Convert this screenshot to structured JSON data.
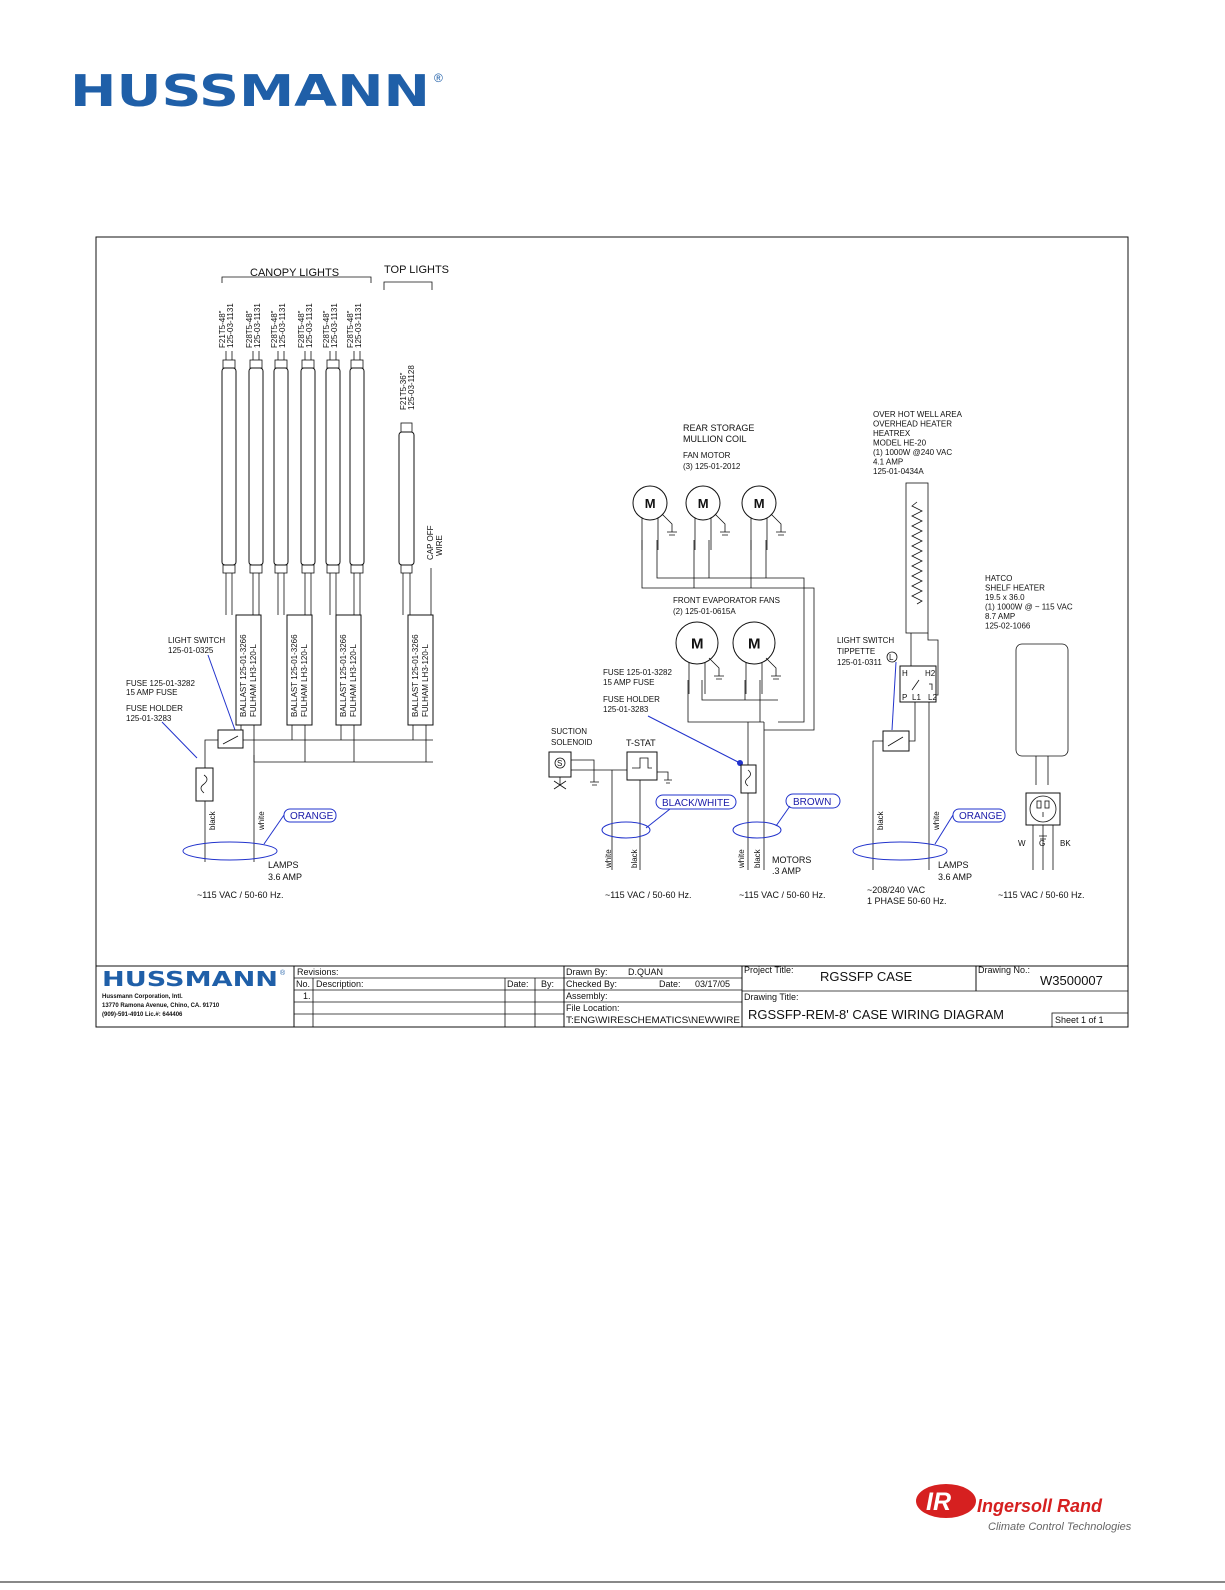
{
  "brand": {
    "name": "HUSSMANN",
    "reg_mark": "®",
    "color": "#1f5fa8"
  },
  "footer_brand": {
    "name": "Ingersoll Rand",
    "mark": "IR",
    "tagline": "Climate Control Technologies",
    "color": "#d62020"
  },
  "diagram": {
    "groups": {
      "canopy_lights": "CANOPY LIGHTS",
      "top_lights": "TOP LIGHTS"
    },
    "lamps": [
      {
        "model": "F21T5-48\"",
        "part": "125-03-1131"
      },
      {
        "model": "F28T5-48\"",
        "part": "125-03-1131"
      },
      {
        "model": "F28T5-48\"",
        "part": "125-03-1131"
      },
      {
        "model": "F28T5-48\"",
        "part": "125-03-1131"
      },
      {
        "model": "F28T5-48\"",
        "part": "125-03-1131"
      },
      {
        "model": "F28T5-48\"",
        "part": "125-03-1131"
      }
    ],
    "top_lamp": {
      "model": "F21T5-36\"",
      "part": "125-03-1128"
    },
    "cap_off": [
      "CAP OFF",
      "WIRE"
    ],
    "ballasts": [
      {
        "part": "BALLAST 125-01-3266",
        "model": "FULHAM LH3-120-L"
      },
      {
        "part": "BALLAST 125-01-3266",
        "model": "FULHAM LH3-120-L"
      },
      {
        "part": "BALLAST 125-01-3266",
        "model": "FULHAM LH3-120-L"
      },
      {
        "part": "BALLAST 125-01-3266",
        "model": "FULHAM LH3-120-L"
      }
    ],
    "left_callouts": {
      "light_switch": [
        "LIGHT SWITCH",
        "125-01-0325"
      ],
      "fuse": [
        "FUSE 125-01-3282",
        "15 AMP FUSE"
      ],
      "fuse_holder": [
        "FUSE HOLDER",
        "125-01-3283"
      ]
    },
    "left_wires": {
      "black": "black",
      "white": "white",
      "orange": "ORANGE"
    },
    "left_load": [
      "LAMPS",
      "3.6 AMP"
    ],
    "left_supply": "~115 VAC / 50-60 Hz.",
    "rear_storage": [
      "REAR STORAGE",
      "MULLION COIL"
    ],
    "fan_motor": [
      "FAN MOTOR",
      "(3) 125-01-2012"
    ],
    "motor_symbol": "M",
    "front_fans": [
      "FRONT EVAPORATOR FANS",
      "(2) 125-01-0615A"
    ],
    "mid_callouts": {
      "fuse": [
        "FUSE 125-01-3282",
        "15 AMP FUSE"
      ],
      "fuse_holder": [
        "FUSE HOLDER",
        "125-01-3283"
      ]
    },
    "suction_solenoid": [
      "SUCTION",
      "SOLENOID"
    ],
    "solenoid_symbol": "S",
    "tstat": "T-STAT",
    "mid_wires": {
      "black_white": "BLACK/WHITE",
      "brown": "BROWN",
      "white": "white",
      "black": "black"
    },
    "motors_load": [
      "MOTORS",
      ".3 AMP"
    ],
    "mid_supply_left": "~115 VAC / 50-60 Hz.",
    "mid_supply_right": "~115 VAC / 50-60 Hz.",
    "heater": [
      "OVER HOT WELL AREA",
      "OVERHEAD HEATER",
      "HEATREX",
      "MODEL HE-20",
      " (1) 1000W @240 VAC",
      "4.1 AMP",
      "125-01-0434A"
    ],
    "right_switch": [
      "LIGHT SWITCH",
      "TIPPETTE",
      "125-01-0311"
    ],
    "switch_marks": {
      "l": "L",
      "h": "H",
      "h2": "H2",
      "p": "P",
      "l1": "L1",
      "l2": "L2"
    },
    "right_wires": {
      "black": "black",
      "white": "white",
      "orange": "ORANGE"
    },
    "right_load": [
      "LAMPS",
      "3.6 AMP"
    ],
    "right_supply": [
      "~208/240 VAC",
      "1 PHASE 50-60 Hz."
    ],
    "shelf_heater": [
      "HATCO",
      "SHELF HEATER",
      "19.5 x 36.0",
      "(1) 1000W @ ~ 115 VAC",
      "8.7 AMP",
      "125-02-1066"
    ],
    "plug_labels": {
      "w": "W",
      "g": "G",
      "bk": "BK"
    },
    "far_right_supply": "~115 VAC / 50-60 Hz."
  },
  "title_block": {
    "company_lines": [
      "Hussmann Corporation, Intl.",
      "13770 Ramona Avenue, Chino, CA. 91710",
      "(909)-591-4910     Lic.#: 644406"
    ],
    "revisions_label": "Revisions:",
    "no_label": "No.",
    "description_label": "Description:",
    "date_label": "Date:",
    "by_label": "By:",
    "rev_no": "1.",
    "drawn_by_label": "Drawn By:",
    "drawn_by": "D.QUAN",
    "checked_by_label": "Checked By:",
    "checked_date_label": "Date:",
    "checked_date": "03/17/05",
    "assembly_label": "Assembly:",
    "file_location_label": "File Location:",
    "file_location": "T:ENG\\WIRESCHEMATICS\\NEWWIRE",
    "project_title_label": "Project Title:",
    "project_title": "RGSSFP CASE",
    "drawing_no_label": "Drawing No.:",
    "drawing_no": "W3500007",
    "drawing_title_label": "Drawing Title:",
    "drawing_title": "RGSSFP-REM-8' CASE WIRING DIAGRAM",
    "sheet": "Sheet   1  of   1"
  }
}
